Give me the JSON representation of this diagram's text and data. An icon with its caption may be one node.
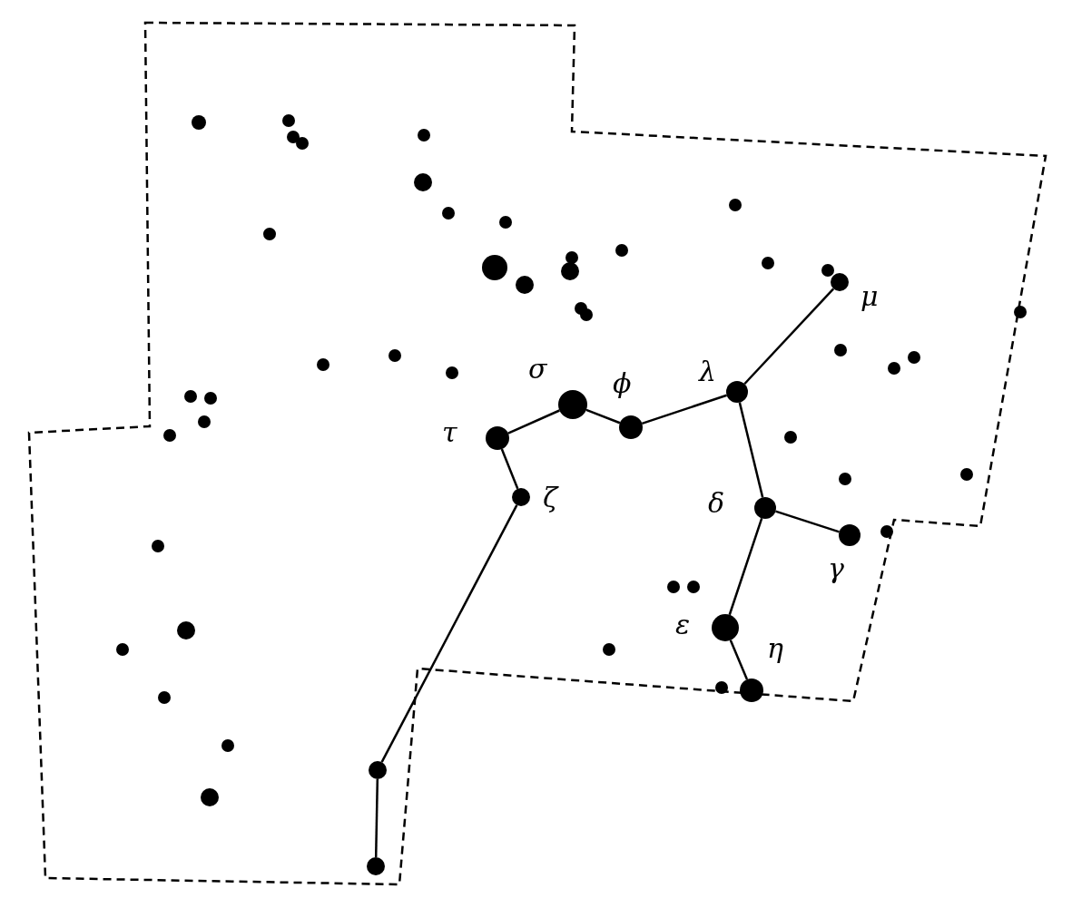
{
  "diagram": {
    "nodes": [
      {
        "text": [],
        "shape": "circle",
        "beside": [
          "μ"
        ]
      },
      {
        "text": [],
        "shape": "circle",
        "beside": [
          "λ"
        ]
      },
      {
        "text": [],
        "shape": "circle",
        "beside": [
          "ϕ"
        ]
      },
      {
        "text": [],
        "shape": "circle",
        "beside": [
          "σ"
        ]
      },
      {
        "text": [],
        "shape": "circle",
        "beside": [
          "τ"
        ]
      },
      {
        "text": [],
        "shape": "circle",
        "beside": [
          "ζ"
        ]
      },
      {
        "text": [],
        "shape": "circle",
        "beside": [
          "δ"
        ]
      },
      {
        "text": [],
        "shape": "circle",
        "beside": [
          "γ"
        ]
      },
      {
        "text": [],
        "shape": "circle",
        "beside": [
          "ε"
        ]
      },
      {
        "text": [],
        "shape": "circle",
        "beside": [
          "η"
        ]
      },
      {
        "text": [],
        "shape": "circle"
      },
      {
        "text": [],
        "shape": "circle"
      }
    ],
    "edges": [
      {
        "from": 0,
        "to": 1,
        "arrow": "none"
      },
      {
        "from": 1,
        "to": 2,
        "arrow": "none"
      },
      {
        "from": 2,
        "to": 3,
        "arrow": "none"
      },
      {
        "from": 3,
        "to": 4,
        "arrow": "none"
      },
      {
        "from": 4,
        "to": 5,
        "arrow": "none"
      },
      {
        "from": 5,
        "to": 10,
        "arrow": "none"
      },
      {
        "from": 10,
        "to": 11,
        "arrow": "none"
      },
      {
        "from": 1,
        "to": 6,
        "arrow": "none"
      },
      {
        "from": 6,
        "to": 7,
        "arrow": "none"
      },
      {
        "from": 6,
        "to": 8,
        "arrow": "none"
      },
      {
        "from": 8,
        "to": 9,
        "arrow": "none"
      }
    ]
  }
}
